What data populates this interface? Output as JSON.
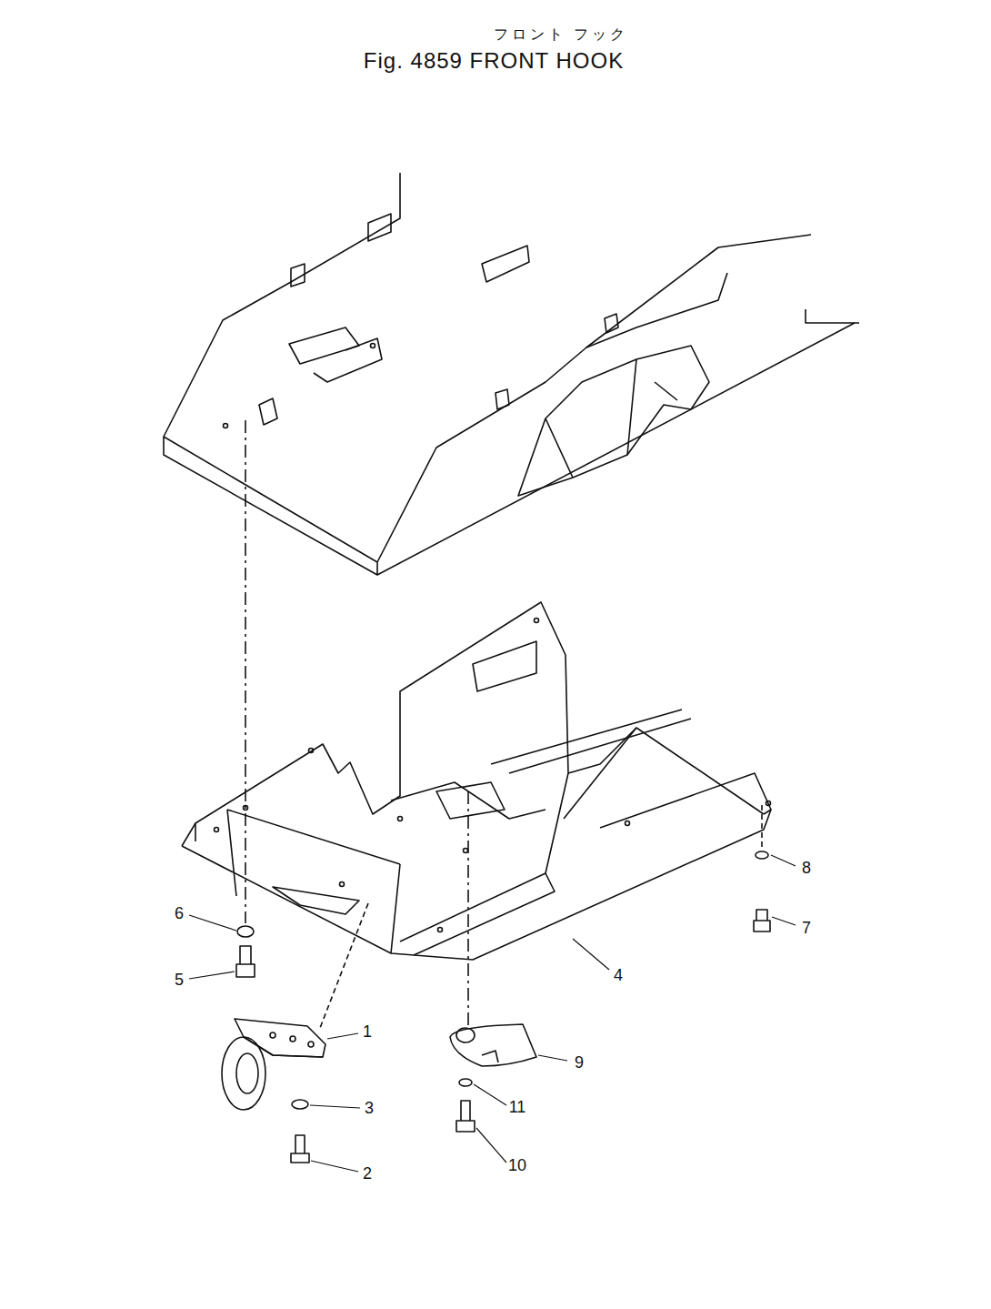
{
  "diagram": {
    "title": "Fig. 4859 FRONT HOOK",
    "labels": [
      "フロント フック",
      "1",
      "2",
      "3",
      "4",
      "5",
      "6",
      "7",
      "8",
      "9",
      "10",
      "11"
    ]
  }
}
